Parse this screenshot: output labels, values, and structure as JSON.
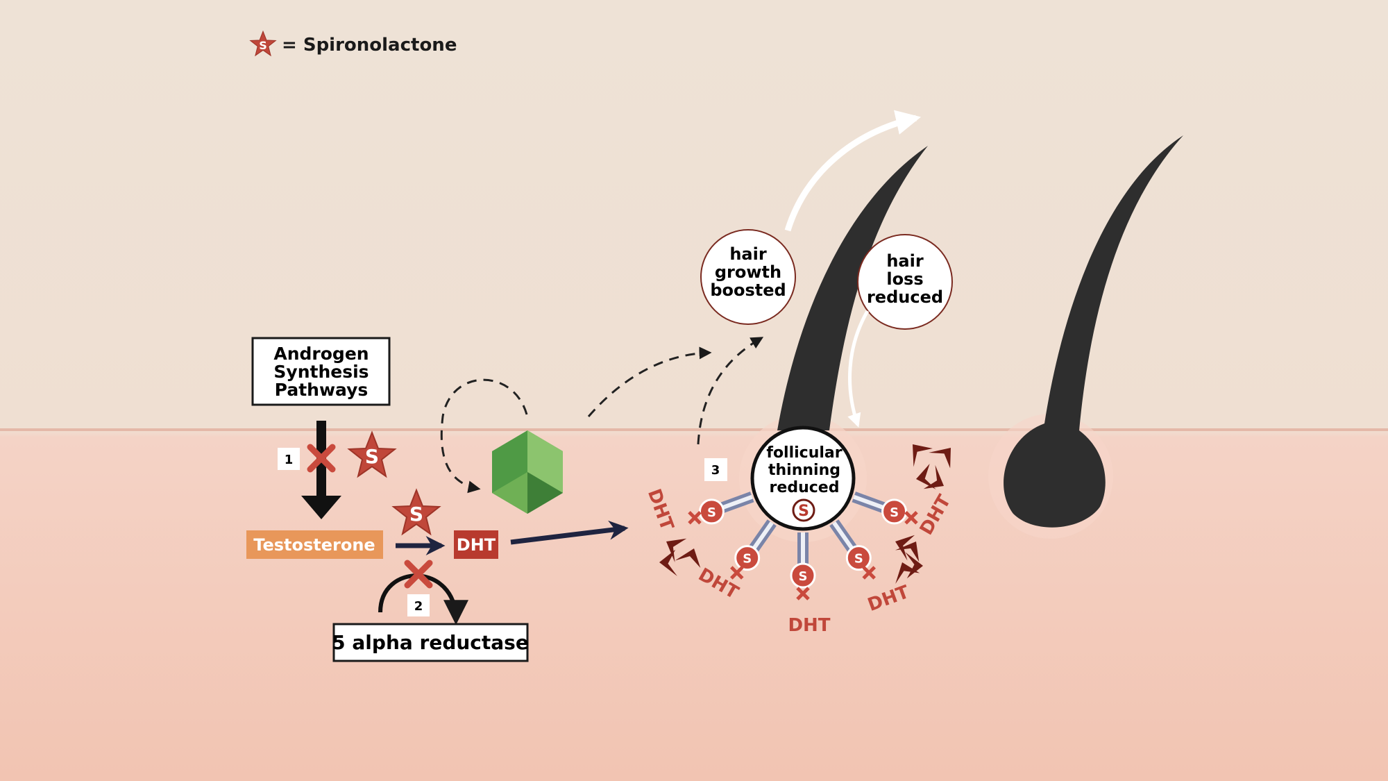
{
  "legend": {
    "symbol_letter": "S",
    "label": "= Spironolactone"
  },
  "boxes": {
    "androgen": [
      "Androgen",
      "Synthesis",
      "Pathways"
    ],
    "testosterone": "Testosterone",
    "dht": "DHT",
    "enzyme": "5 alpha reductase"
  },
  "steps": [
    "1",
    "2",
    "3"
  ],
  "bubbles": {
    "growth": [
      "hair",
      "growth",
      "boosted"
    ],
    "loss": [
      "hair",
      "loss",
      "reduced"
    ],
    "follicle": [
      "follicular",
      "thinning",
      "reduced"
    ]
  },
  "receptor_letter": "S",
  "dht_label": "DHT",
  "colors": {
    "star": "#c0473a",
    "testosterone": "#e8975a",
    "dht": "#b83a2e",
    "receptor": "#7a84a8",
    "hair": "#2e2e2e",
    "hex": "#4f9a45"
  }
}
